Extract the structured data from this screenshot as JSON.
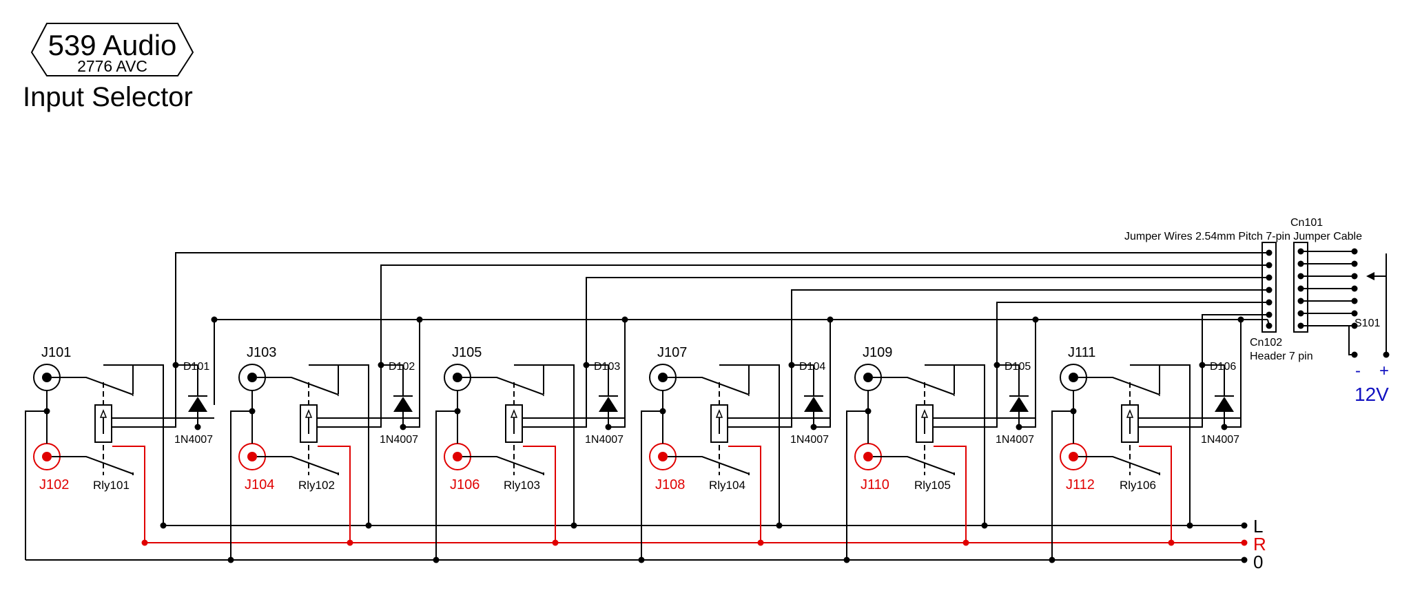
{
  "header": {
    "brand": "539 Audio",
    "model": "2776 AVC",
    "title": "Input Selector"
  },
  "colors": {
    "wire": "#000000",
    "right_channel": "#e00000",
    "power_label": "#1010c0"
  },
  "channels": [
    {
      "jack_left": "J101",
      "jack_right": "J102",
      "relay": "Rly101",
      "diode": "D101",
      "diode_part": "1N4007"
    },
    {
      "jack_left": "J103",
      "jack_right": "J104",
      "relay": "Rly102",
      "diode": "D102",
      "diode_part": "1N4007"
    },
    {
      "jack_left": "J105",
      "jack_right": "J106",
      "relay": "Rly103",
      "diode": "D103",
      "diode_part": "1N4007"
    },
    {
      "jack_left": "J107",
      "jack_right": "J108",
      "relay": "Rly104",
      "diode": "D104",
      "diode_part": "1N4007"
    },
    {
      "jack_left": "J109",
      "jack_right": "J110",
      "relay": "Rly105",
      "diode": "D105",
      "diode_part": "1N4007"
    },
    {
      "jack_left": "J111",
      "jack_right": "J112",
      "relay": "Rly106",
      "diode": "D106",
      "diode_part": "1N4007"
    }
  ],
  "connectors": {
    "cn101": "Cn101",
    "jumper_label": "Jumper Wires 2.54mm Pitch 7-pin Jumper Cable",
    "cn102": "Cn102",
    "cn102_desc": "Header 7 pin",
    "switch": "S101"
  },
  "outputs": {
    "left": "L",
    "right": "R",
    "ground": "0"
  },
  "power": {
    "minus": "-",
    "plus": "+",
    "voltage": "12V"
  }
}
